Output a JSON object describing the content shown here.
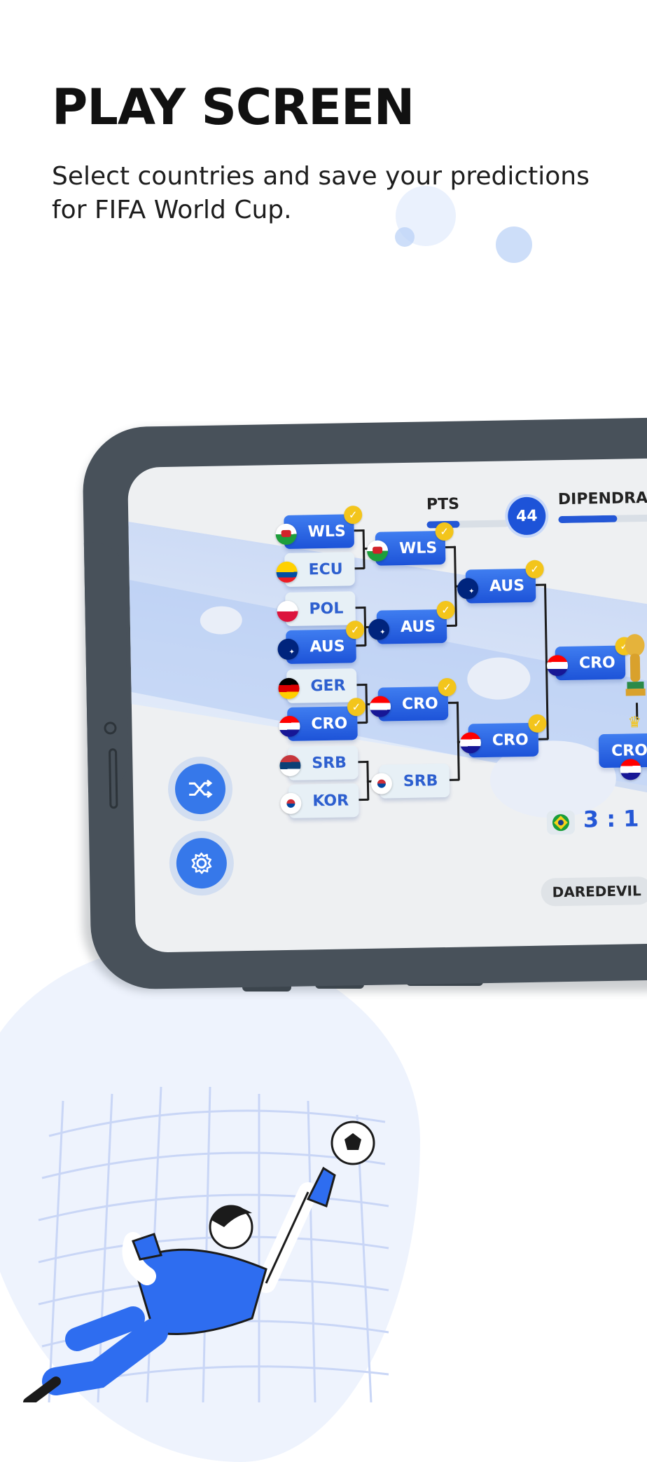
{
  "header": {
    "title": "PLAY SCREEN",
    "subtitle": "Select countries and save your predictions for FIFA World Cup."
  },
  "scoreboard": {
    "pts_label": "PTS",
    "points": "44",
    "points_fill": 0.4,
    "player_name": "DIPENDRA",
    "player_fill": 0.6
  },
  "bracket": {
    "round_of_16": [
      {
        "code": "WLS",
        "selected": true
      },
      {
        "code": "ECU",
        "selected": false
      },
      {
        "code": "POL",
        "selected": false
      },
      {
        "code": "AUS",
        "selected": true
      },
      {
        "code": "GER",
        "selected": false
      },
      {
        "code": "CRO",
        "selected": true
      },
      {
        "code": "SRB",
        "selected": false
      },
      {
        "code": "KOR",
        "selected": false
      }
    ],
    "quarter_finals": [
      {
        "code": "WLS",
        "selected": true
      },
      {
        "code": "AUS",
        "selected": true
      },
      {
        "code": "CRO",
        "selected": true
      },
      {
        "code": "SRB",
        "selected": false
      }
    ],
    "semi_finals": [
      {
        "code": "AUS",
        "selected": true
      },
      {
        "code": "CRO",
        "selected": true
      }
    ],
    "final": {
      "code": "CRO",
      "selected": true
    },
    "champion": {
      "code": "CRO"
    }
  },
  "score": {
    "text": "3 : 1"
  },
  "user_tag": "DAREDEVIL",
  "icons": {
    "shuffle": "shuffle-icon",
    "settings": "gear-icon",
    "trophy": "trophy-icon",
    "crown": "crown-icon"
  },
  "colors": {
    "accent": "#1d53d8",
    "check": "#f3c51b",
    "phone": "#48515a"
  }
}
